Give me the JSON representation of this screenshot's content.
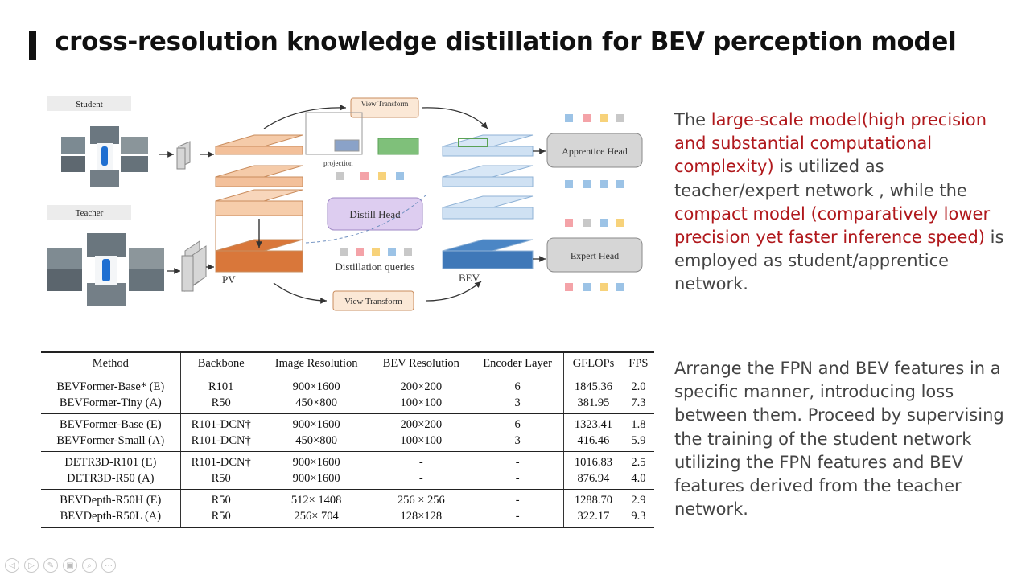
{
  "slide": {
    "title": "cross-resolution knowledge distillation for BEV perception model"
  },
  "figure": {
    "student_label": "Student",
    "teacher_label": "Teacher",
    "view_transform_top": "View Transform",
    "projection": "projection",
    "distill_head": "Distill Head",
    "distillation_queries": "Distillation queries",
    "pv": "PV",
    "bev": "BEV",
    "view_transform_bottom": "View Transform",
    "apprentice_head": "Apprentice Head",
    "expert_head": "Expert Head"
  },
  "paragraph1": {
    "t1": "The ",
    "r1": "large-scale model(high precision and substantial computational complexity)",
    "t2": " is utilized as teacher/expert network , while the ",
    "r2": "compact model (comparatively lower precision yet faster inference speed)",
    "t3": " is employed as student/apprentice network."
  },
  "paragraph2": {
    "text": "Arrange the FPN and BEV features in a specific manner, introducing loss between them. Proceed by supervising the training of the student network utilizing the FPN features and BEV features derived from the teacher network."
  },
  "table": {
    "headers": [
      "Method",
      "Backbone",
      "Image Resolution",
      "BEV Resolution",
      "Encoder Layer",
      "GFLOPs",
      "FPS"
    ],
    "rows": [
      [
        "BEVFormer-Base* (E)",
        "R101",
        "900×1600",
        "200×200",
        "6",
        "1845.36",
        "2.0"
      ],
      [
        "BEVFormer-Tiny (A)",
        "R50",
        "450×800",
        "100×100",
        "3",
        "381.95",
        "7.3"
      ],
      [
        "BEVFormer-Base (E)",
        "R101-DCN†",
        "900×1600",
        "200×200",
        "6",
        "1323.41",
        "1.8"
      ],
      [
        "BEVFormer-Small (A)",
        "R101-DCN†",
        "450×800",
        "100×100",
        "3",
        "416.46",
        "5.9"
      ],
      [
        "DETR3D-R101 (E)",
        "R101-DCN†",
        "900×1600",
        "-",
        "-",
        "1016.83",
        "2.5"
      ],
      [
        "DETR3D-R50 (A)",
        "R50",
        "900×1600",
        "-",
        "-",
        "876.94",
        "4.0"
      ],
      [
        "BEVDepth-R50H (E)",
        "R50",
        "512× 1408",
        "256 × 256",
        "-",
        "1288.70",
        "2.9"
      ],
      [
        "BEVDepth-R50L (A)",
        "R50",
        "256× 704",
        "128×128",
        "-",
        "322.17",
        "9.3"
      ]
    ]
  },
  "controls": {
    "icons": [
      "prev-icon",
      "next-icon",
      "pen-icon",
      "screen-icon",
      "zoom-icon",
      "more-icon"
    ],
    "glyphs": [
      "◁",
      "▷",
      "✎",
      "▣",
      "⌕",
      "···"
    ]
  }
}
